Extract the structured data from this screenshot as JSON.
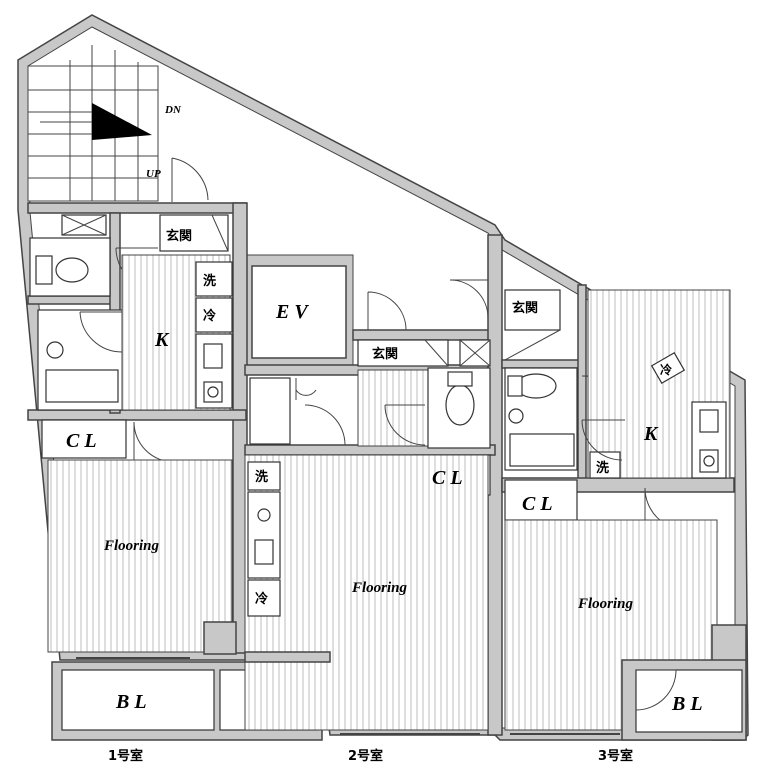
{
  "labels": {
    "dn": "DN",
    "up": "UP",
    "ev": "E V",
    "k": "K",
    "cl": "C L",
    "bl": "B L",
    "flooring": "Flooring",
    "genkan": "玄関",
    "sen": "洗",
    "rei": "冷"
  },
  "rooms": {
    "room1": "1号室",
    "room2": "2号室",
    "room3": "3号室"
  },
  "colors": {
    "wall": "#c8c8c8",
    "line": "#444444",
    "stair_arrow": "#000000"
  }
}
